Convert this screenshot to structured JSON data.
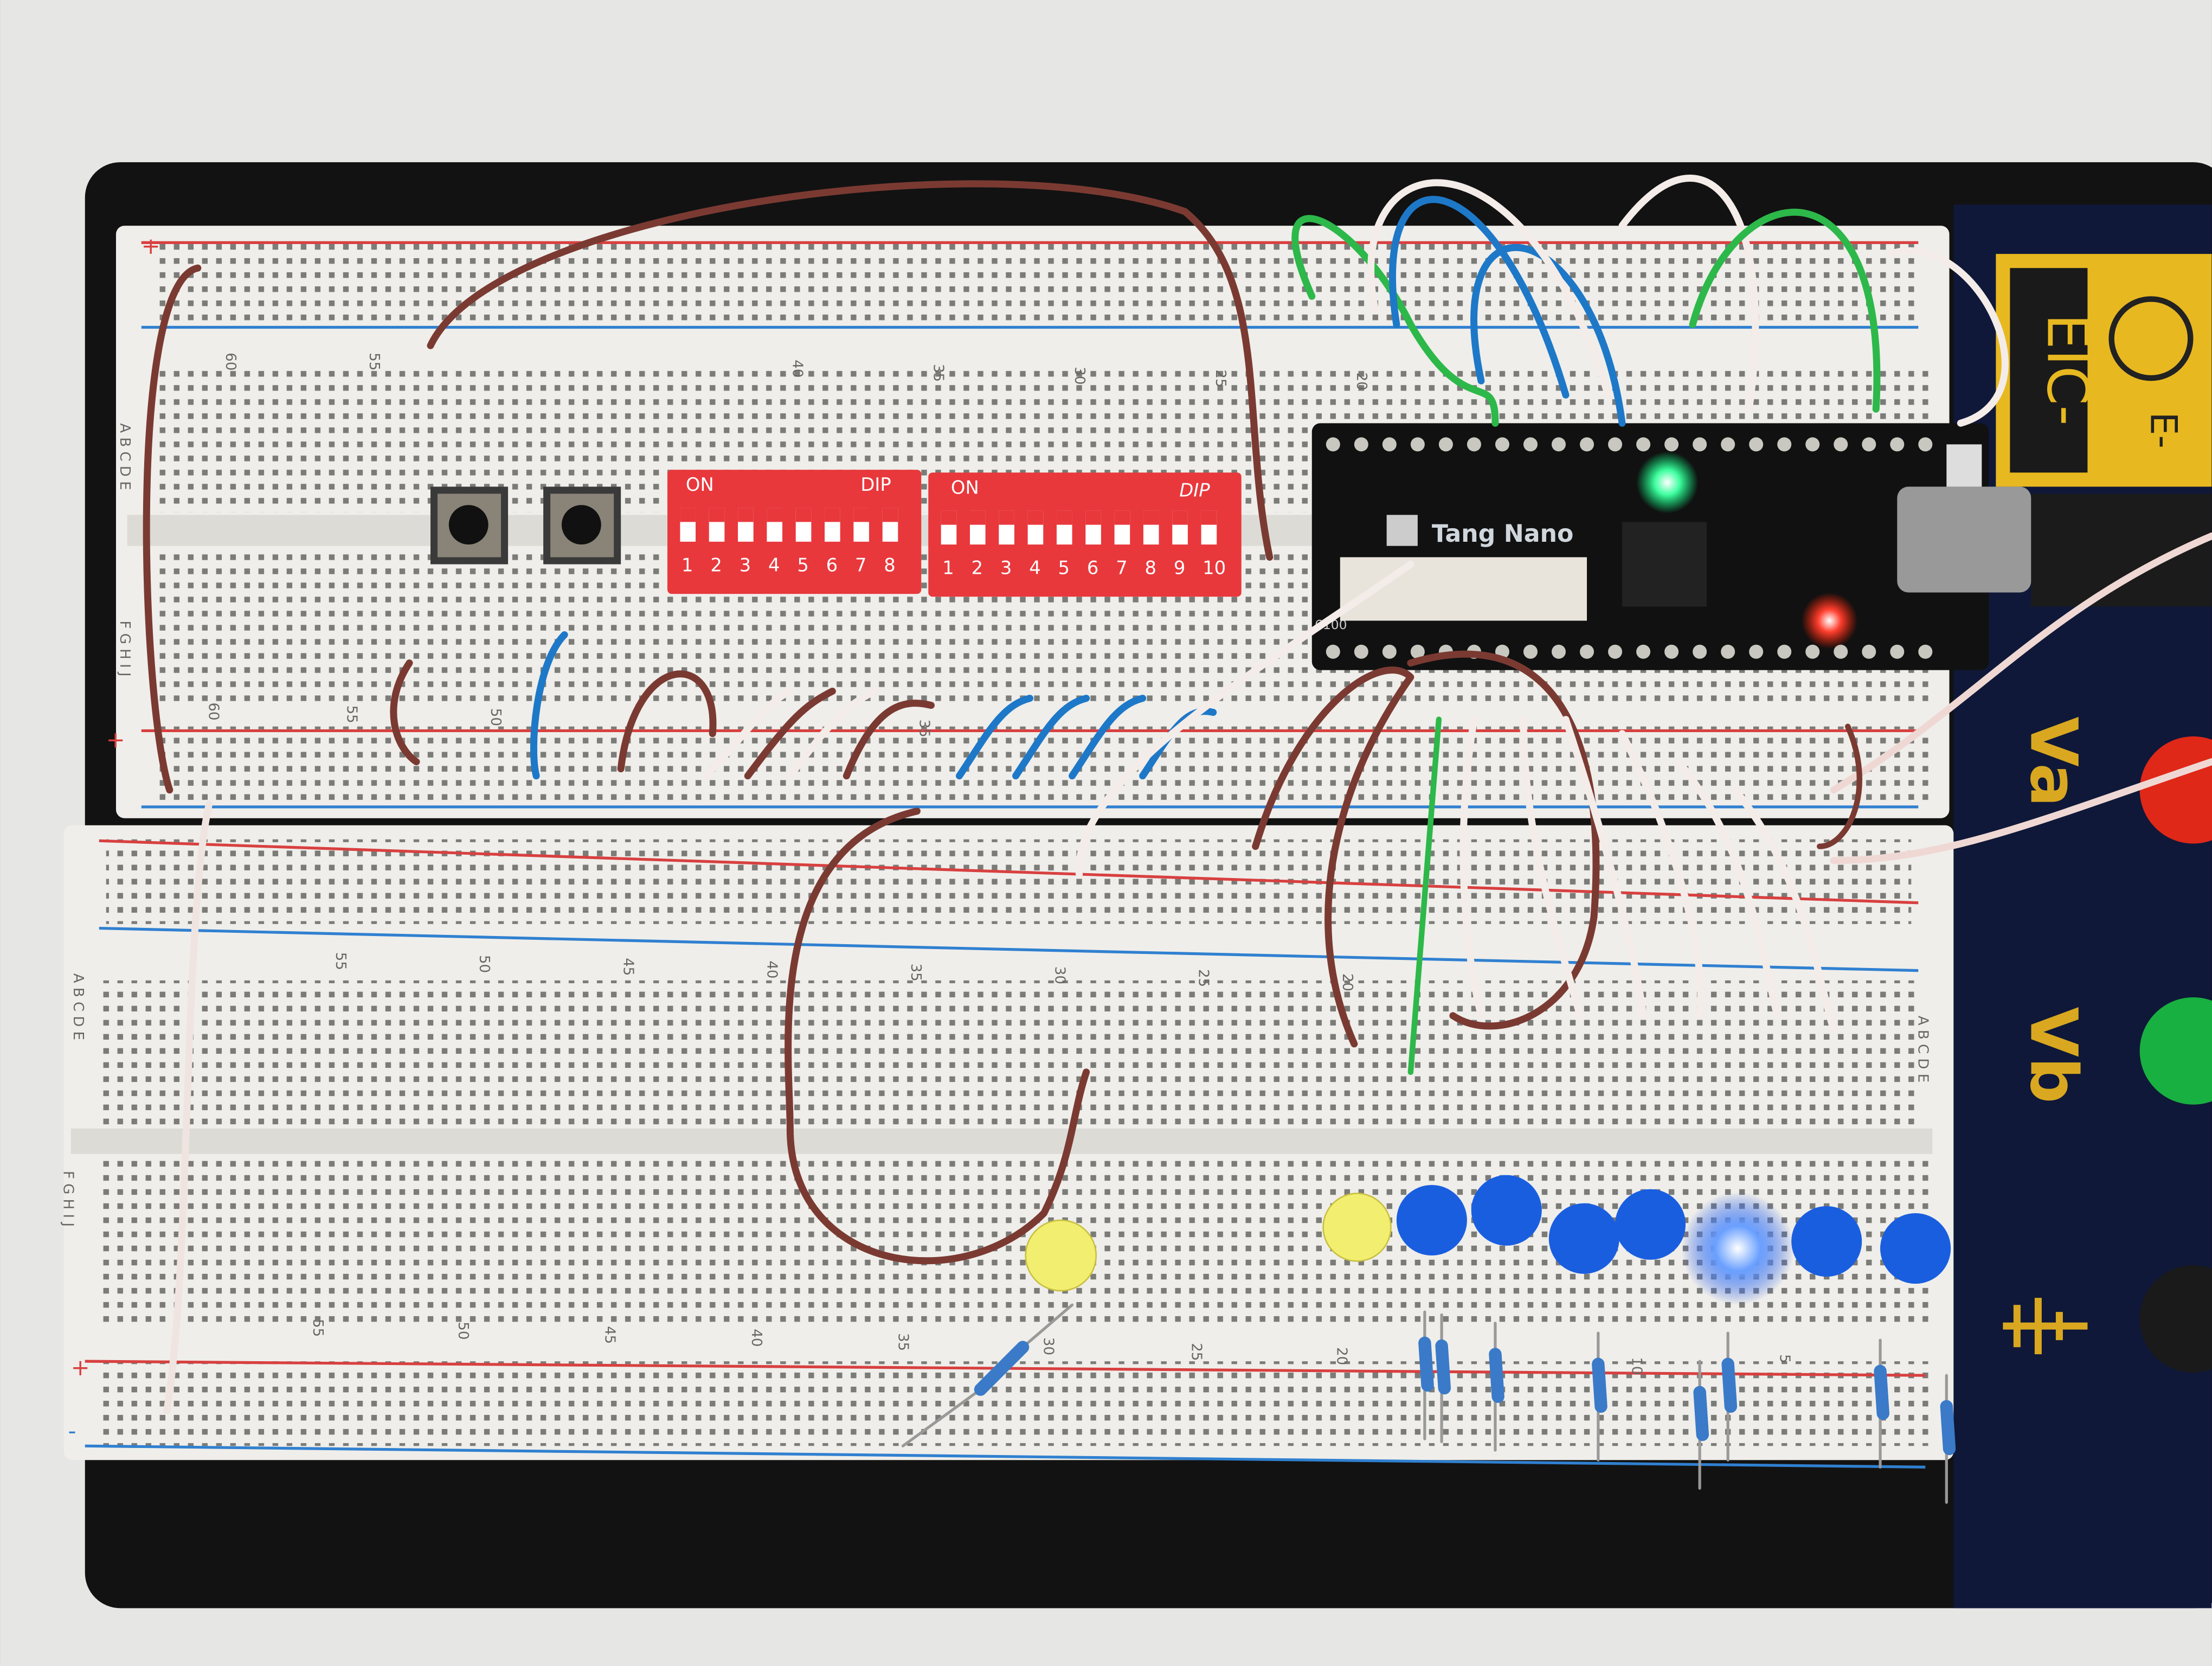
{
  "scene": {
    "board_name": "Tang Nano",
    "board_silk": "6100",
    "trainer_logo": "EIC-",
    "trainer_logo_small": "E-",
    "va_label": "Va",
    "vb_label": "Vb",
    "plus": "+",
    "minus": "-"
  },
  "dip8": {
    "on": "ON",
    "brand": "DIP",
    "numbers": [
      "1",
      "2",
      "3",
      "4",
      "5",
      "6",
      "7",
      "8"
    ]
  },
  "dip10": {
    "on": "ON",
    "brand": "DIP",
    "numbers": [
      "1",
      "2",
      "3",
      "4",
      "5",
      "6",
      "7",
      "8",
      "9",
      "10"
    ]
  },
  "rows_upper_left": "A B C D E",
  "rows_lower_left": "F G H I J",
  "upper_cols": [
    "60",
    "55",
    "40",
    "35",
    "30",
    "25",
    "20"
  ],
  "upper_bottom_cols": [
    "60",
    "55",
    "50",
    "35"
  ],
  "lower_cols": [
    "55",
    "50",
    "45",
    "40",
    "35",
    "30",
    "25",
    "20"
  ],
  "lower_bottom_cols": [
    "55",
    "50",
    "45",
    "40",
    "35",
    "30",
    "25",
    "20",
    "10",
    "5"
  ],
  "colors": {
    "wire_brown": "#7a3a32",
    "wire_blue": "#1e78c8",
    "wire_green": "#2db84a",
    "wire_white": "#f4ece8",
    "dip_red": "#e8383c",
    "led_blue": "#1a5ee0",
    "led_yellow": "#f2ee70",
    "panel": "#101a3a",
    "label_yellow": "#e8b820"
  },
  "leds_lit": {
    "green_onboard": true,
    "red_onboard": true,
    "blue_row_position_6": true
  }
}
